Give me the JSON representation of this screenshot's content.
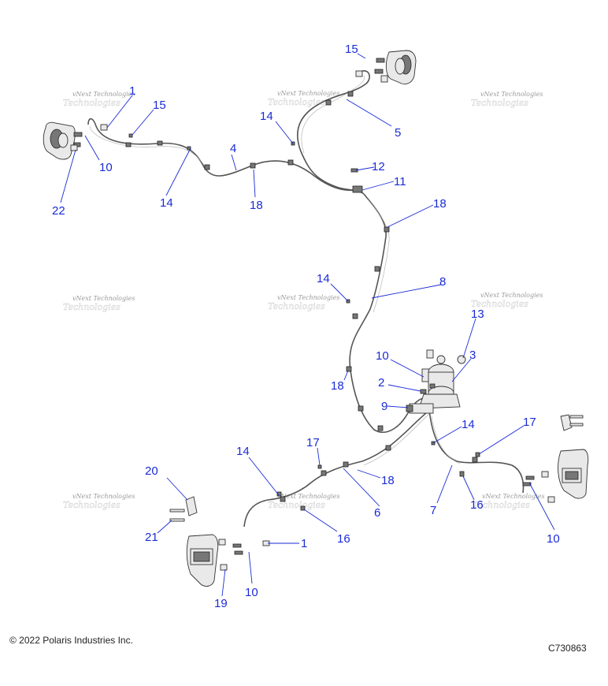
{
  "watermark_text": "vNext Technologies",
  "callouts": [
    {
      "id": "c1a",
      "label": "1"
    },
    {
      "id": "c15a",
      "label": "15"
    },
    {
      "id": "c10a",
      "label": "10"
    },
    {
      "id": "c22",
      "label": "22"
    },
    {
      "id": "c14a",
      "label": "14"
    },
    {
      "id": "c4",
      "label": "4"
    },
    {
      "id": "c18a",
      "label": "18"
    },
    {
      "id": "c14b",
      "label": "14"
    },
    {
      "id": "c15b",
      "label": "15"
    },
    {
      "id": "c5",
      "label": "5"
    },
    {
      "id": "c12",
      "label": "12"
    },
    {
      "id": "c11",
      "label": "11"
    },
    {
      "id": "c18b",
      "label": "18"
    },
    {
      "id": "c14c",
      "label": "14"
    },
    {
      "id": "c8",
      "label": "8"
    },
    {
      "id": "c13",
      "label": "13"
    },
    {
      "id": "c10b",
      "label": "10"
    },
    {
      "id": "c3",
      "label": "3"
    },
    {
      "id": "c2",
      "label": "2"
    },
    {
      "id": "c18c",
      "label": "18"
    },
    {
      "id": "c9",
      "label": "9"
    },
    {
      "id": "c14d",
      "label": "14"
    },
    {
      "id": "c17a",
      "label": "17"
    },
    {
      "id": "c14e",
      "label": "14"
    },
    {
      "id": "c17b",
      "label": "17"
    },
    {
      "id": "c18d",
      "label": "18"
    },
    {
      "id": "c20",
      "label": "20"
    },
    {
      "id": "c7",
      "label": "7"
    },
    {
      "id": "c16a",
      "label": "16"
    },
    {
      "id": "c6",
      "label": "6"
    },
    {
      "id": "c16b",
      "label": "16"
    },
    {
      "id": "c10c",
      "label": "10"
    },
    {
      "id": "c21",
      "label": "21"
    },
    {
      "id": "c1b",
      "label": "1"
    },
    {
      "id": "c10d",
      "label": "10"
    },
    {
      "id": "c19",
      "label": "19"
    }
  ],
  "footer": {
    "copyright": "© 2022 Polaris Industries Inc.",
    "figure_id": "C730863"
  },
  "colors": {
    "callout": "#1a2bd6",
    "line_art": "#333333",
    "watermark": "#9a9a9a"
  }
}
